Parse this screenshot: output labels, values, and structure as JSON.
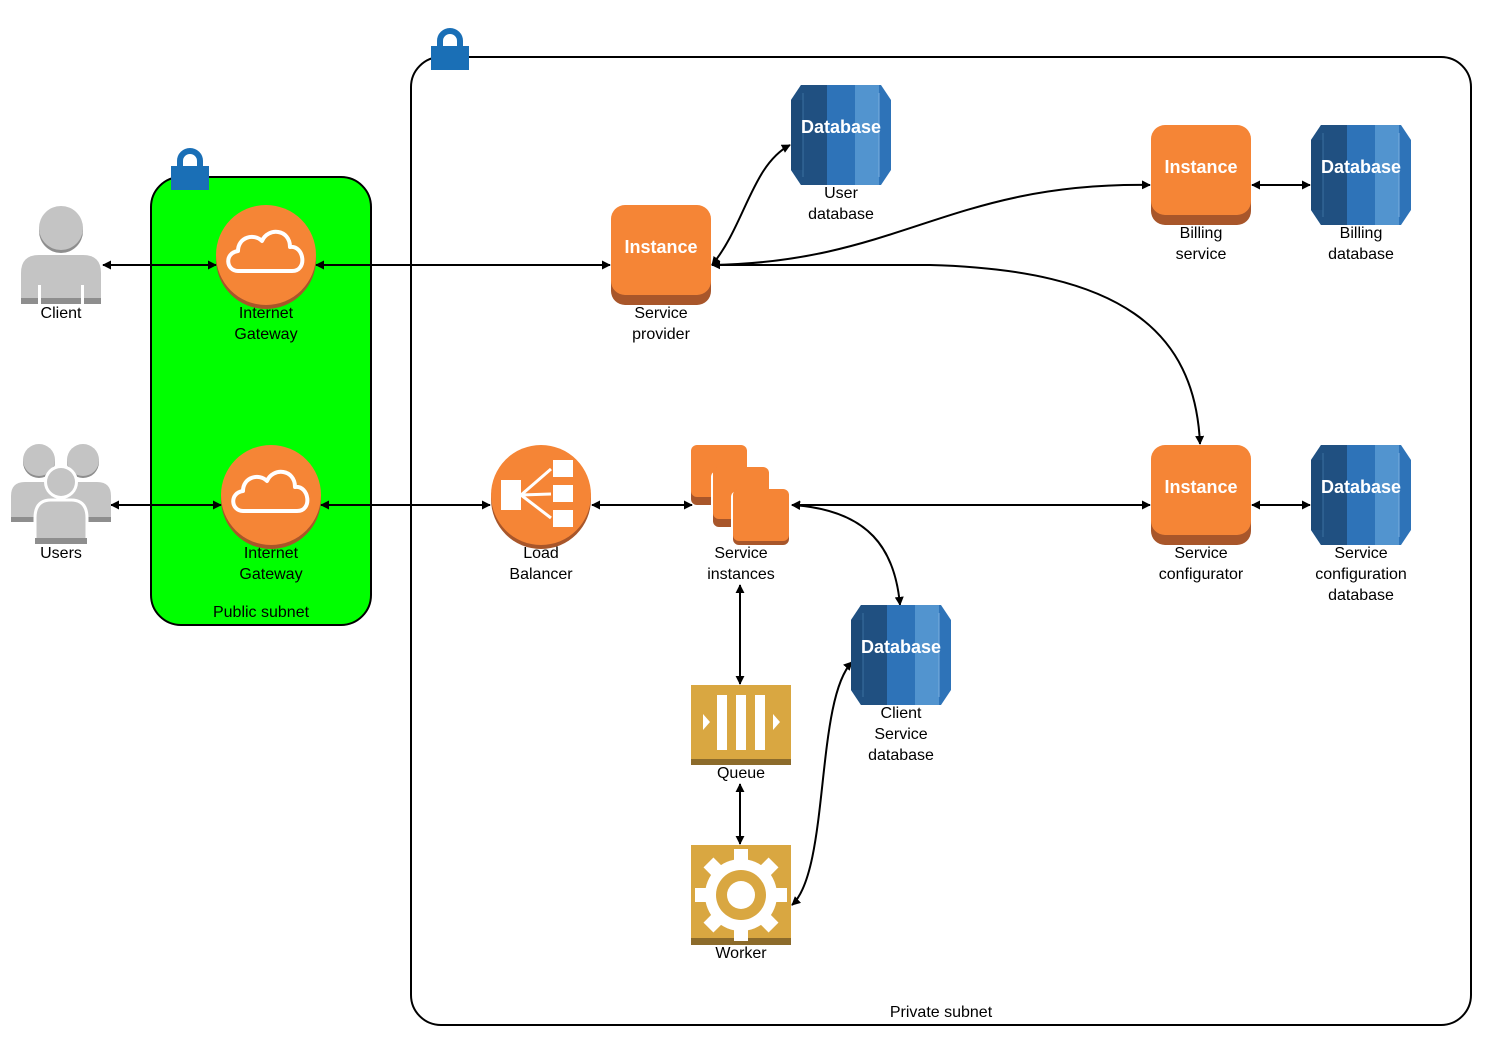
{
  "subnets": {
    "public": {
      "label": "Public subnet",
      "fill": "#00ff00"
    },
    "private": {
      "label": "Private subnet"
    }
  },
  "icons": {
    "lock": "lock-icon",
    "user": "user-icon",
    "users": "users-icon",
    "internet_gateway": "cloud-icon",
    "load_balancer": "load-balancer-icon",
    "instance": "instance-icon",
    "database": "database-icon",
    "queue": "queue-icon",
    "worker": "gear-icon"
  },
  "colors": {
    "orange": "#f58536",
    "orange_dark": "#a8562a",
    "db_blue": "#2e73b8",
    "db_dark": "#205081",
    "db_light": "#5294cf",
    "gold": "#d9a741",
    "gold_dark": "#8c6b2b",
    "lock_blue": "#1a6fb6",
    "person_gray": "#c4c4c4"
  },
  "nodes": {
    "client": {
      "label": "Client"
    },
    "users": {
      "label": "Users"
    },
    "igw1": {
      "label": "Internet\nGateway"
    },
    "igw2": {
      "label": "Internet\nGateway"
    },
    "service_provider": {
      "inner": "Instance",
      "label": "Service\nprovider"
    },
    "user_db": {
      "inner": "Database",
      "label": "User\ndatabase"
    },
    "billing_service": {
      "inner": "Instance",
      "label": "Billing\nservice"
    },
    "billing_db": {
      "inner": "Database",
      "label": "Billing\ndatabase"
    },
    "load_balancer": {
      "label": "Load\nBalancer"
    },
    "service_instances": {
      "label": "Service\ninstances"
    },
    "service_configurator": {
      "inner": "Instance",
      "label": "Service\nconfigurator"
    },
    "config_db": {
      "inner": "Database",
      "label": "Service\nconfiguration\ndatabase"
    },
    "client_db": {
      "inner": "Database",
      "label": "Client\nService\ndatabase"
    },
    "queue": {
      "label": "Queue"
    },
    "worker": {
      "label": "Worker"
    }
  },
  "edges": [
    {
      "from": "client",
      "to": "igw1",
      "bidirectional": true
    },
    {
      "from": "igw1",
      "to": "service_provider",
      "bidirectional": true
    },
    {
      "from": "service_provider",
      "to": "user_db",
      "bidirectional": true
    },
    {
      "from": "service_provider",
      "to": "billing_service",
      "bidirectional": true
    },
    {
      "from": "billing_service",
      "to": "billing_db",
      "bidirectional": true
    },
    {
      "from": "service_provider",
      "to": "service_configurator",
      "bidirectional": true
    },
    {
      "from": "users",
      "to": "igw2",
      "bidirectional": true
    },
    {
      "from": "igw2",
      "to": "load_balancer",
      "bidirectional": true
    },
    {
      "from": "load_balancer",
      "to": "service_instances",
      "bidirectional": true
    },
    {
      "from": "service_instances",
      "to": "service_configurator",
      "bidirectional": true
    },
    {
      "from": "service_configurator",
      "to": "config_db",
      "bidirectional": true
    },
    {
      "from": "service_instances",
      "to": "client_db",
      "bidirectional": true
    },
    {
      "from": "service_instances",
      "to": "queue",
      "bidirectional": true
    },
    {
      "from": "queue",
      "to": "worker",
      "bidirectional": true
    },
    {
      "from": "worker",
      "to": "client_db",
      "bidirectional": true
    }
  ]
}
